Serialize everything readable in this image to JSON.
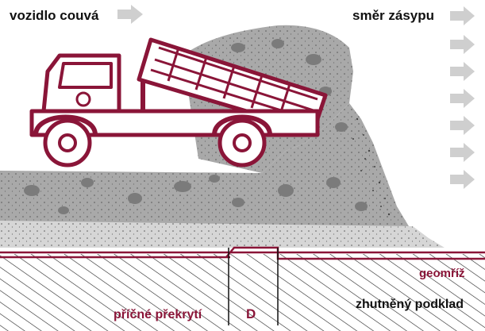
{
  "labels": {
    "vehicle_reverses": "vozidlo couvá",
    "fill_direction": "směr zásypu",
    "geogrid": "geomříž",
    "transverse_overlap": "příčné překrytí",
    "overlap_symbol": "D",
    "compacted_subgrade": "zhutněný podklad"
  },
  "icons": {
    "vehicle_arrow": "right-arrow-icon",
    "fill_arrows": "right-arrow-icon"
  },
  "colors": {
    "accent": "#8a1538",
    "label_dark": "#111111",
    "arrow_gray": "#cfcfcf",
    "fill_dark": "#a9a9a9",
    "fill_light": "#d6d6d6",
    "ground_hatch": "#222222"
  }
}
